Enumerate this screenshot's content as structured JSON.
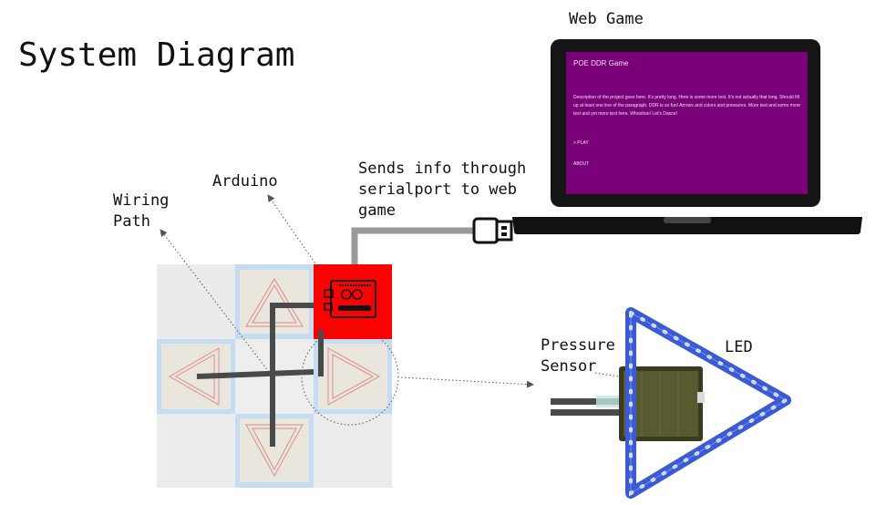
{
  "diagram": {
    "title": "System Diagram",
    "labels": {
      "web_game": "Web Game",
      "arduino": "Arduino",
      "wiring_path": [
        "Wiring",
        "Path"
      ],
      "serial_info": [
        "Sends info through",
        "serialport to web",
        "game"
      ],
      "pressure_sensor": [
        "Pressure",
        "Sensor"
      ],
      "led": "LED"
    },
    "screen": {
      "game_title": "POE DDR Game",
      "description": "Description of the project goes here. It's pretty long. Here is some more text. It's not actually that long. Should fill up at least one line of the paragraph. DDR is so fun! Arrows and colors and pressures. More text and some more text and yet more text here. Whoohoo! Let's Dance!",
      "play": "> PLAY",
      "about": "ABOUT"
    },
    "colors": {
      "arduino_bg": "#ff0000",
      "screen_bg": "#7a007a",
      "led_blue": "#3b5bd6",
      "pad_light": "#e9e9e9",
      "pad_blue": "#c6dcf2",
      "arrow_tile": "#e8e6dd",
      "arrow_line": "#e08a8a",
      "wire": "#4a4a4a"
    }
  }
}
